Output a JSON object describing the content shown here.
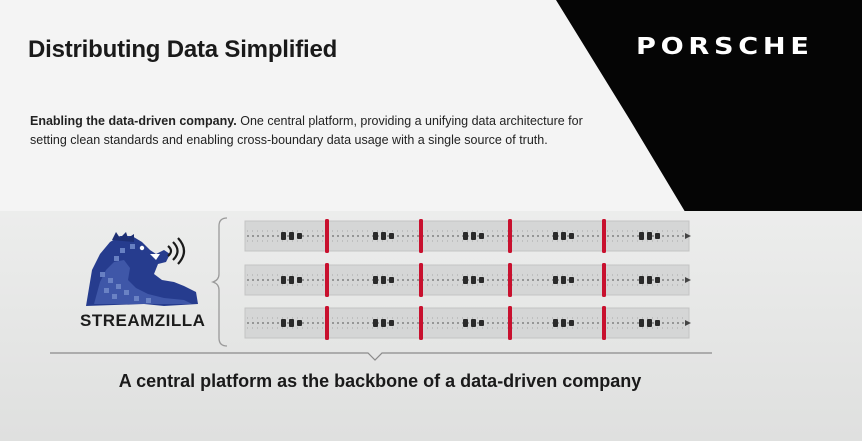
{
  "slide": {
    "title": "Distributing Data Simplified",
    "logo": "PORSCHE",
    "intro_bold": "Enabling the data-driven company.",
    "intro_text": " One central platform, providing a unifying data architecture for setting clean standards and enabling cross-boundary data usage with a single source of truth.",
    "brand_name": "STREAMZILLA",
    "caption": "A central platform as the backbone of a data-driven company"
  },
  "diagram": {
    "rows": 3,
    "segments_per_row": 5,
    "icons": [
      "streamzilla-mascot-icon",
      "signal-waves-icon",
      "data-stream-icon",
      "arrow-right-icon"
    ]
  },
  "colors": {
    "background": "#f4f4f4",
    "black_shape": "#050505",
    "band": "#e6e7e6",
    "mascot_blue": "#263c8e",
    "mascot_light": "#6f87c8",
    "divider_red": "#c8102e",
    "logo": "#ffffff"
  }
}
